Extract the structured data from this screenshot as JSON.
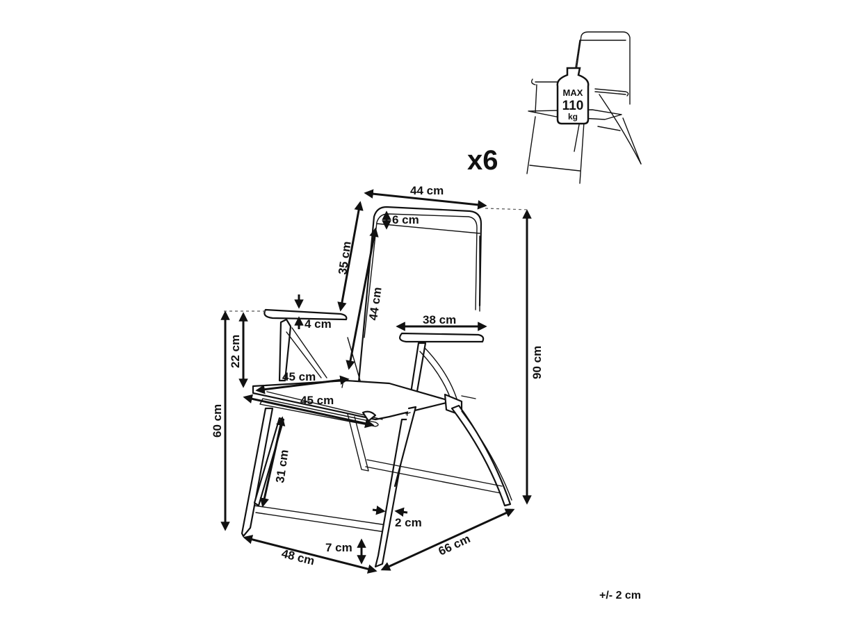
{
  "quantity_label": "x6",
  "tolerance": "+/- 2 cm",
  "weight_badge": {
    "line1": "MAX",
    "line2": "110",
    "line3": "kg"
  },
  "dimensions": {
    "top_width": "44 cm",
    "headband": "6 cm",
    "back_upper": "35 cm",
    "back_height": "44 cm",
    "armrest_thickness": "4 cm",
    "armrest_length": "38 cm",
    "armrest_height": "22 cm",
    "seat_depth": "45 cm",
    "seat_width": "45 cm",
    "total_height": "90 cm",
    "seat_height": "60 cm",
    "leg_height": "31 cm",
    "tube": "2 cm",
    "foot": "7 cm",
    "base_width": "48 cm",
    "base_depth": "66 cm"
  }
}
